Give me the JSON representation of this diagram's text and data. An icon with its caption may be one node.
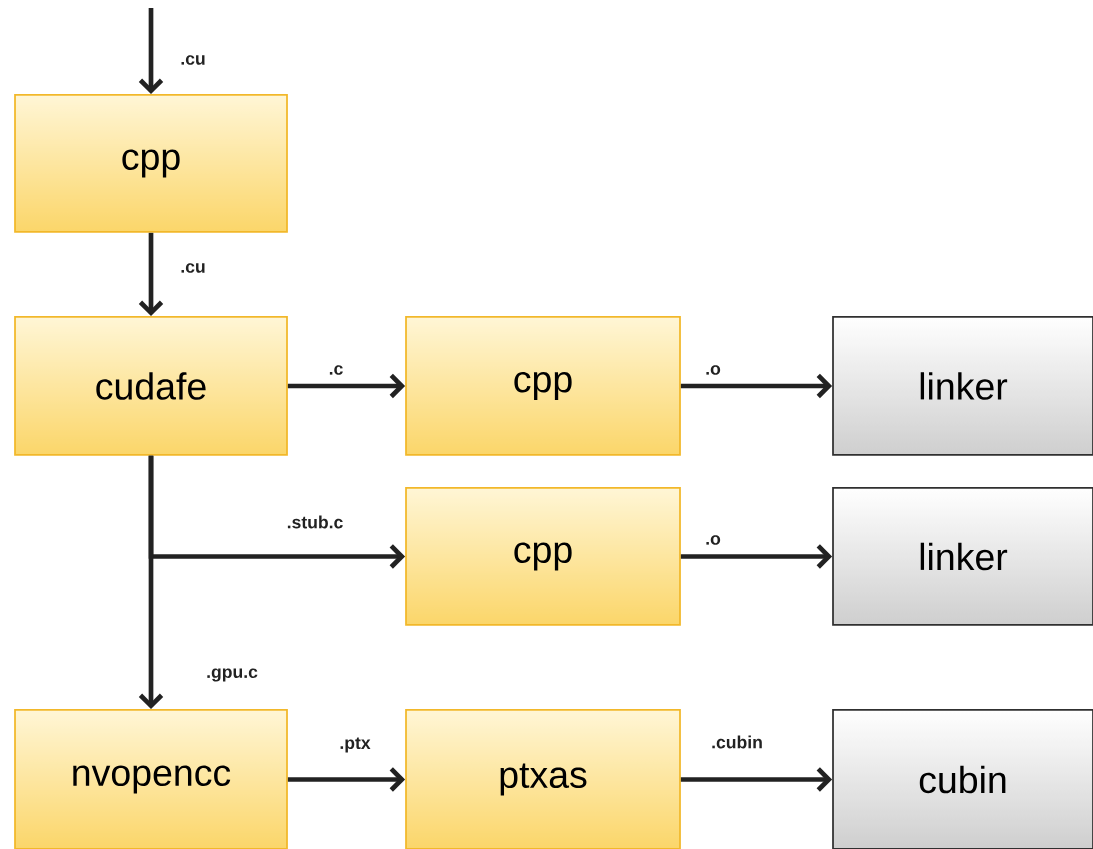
{
  "diagram": {
    "nodes": [
      {
        "text": [
          "cpp"
        ]
      },
      {
        "text": [
          "cudafe"
        ]
      },
      {
        "text": [
          "cpp"
        ]
      },
      {
        "text": [
          "linker"
        ]
      },
      {
        "text": [
          "cpp"
        ]
      },
      {
        "text": [
          "linker"
        ]
      },
      {
        "text": [
          "nvopencc"
        ]
      },
      {
        "text": [
          "ptxas"
        ]
      },
      {
        "text": [
          "cubin"
        ]
      }
    ],
    "edges": [
      {
        "from": null,
        "to": 0,
        "arrow": "to",
        "label": ".cu"
      },
      {
        "from": 0,
        "to": 1,
        "arrow": "to",
        "label": ".cu"
      },
      {
        "from": 1,
        "to": 2,
        "arrow": "to",
        "label": ".c"
      },
      {
        "from": 2,
        "to": 3,
        "arrow": "to",
        "label": ".o"
      },
      {
        "from": 1,
        "to": 4,
        "arrow": "to",
        "label": ".stub.c"
      },
      {
        "from": 4,
        "to": 5,
        "arrow": "to",
        "label": ".o"
      },
      {
        "from": 1,
        "to": 6,
        "arrow": "to",
        "label": ".gpu.c"
      },
      {
        "from": 6,
        "to": 7,
        "arrow": "to",
        "label": ".ptx"
      },
      {
        "from": 7,
        "to": 8,
        "arrow": "to",
        "label": ".cubin"
      }
    ]
  }
}
